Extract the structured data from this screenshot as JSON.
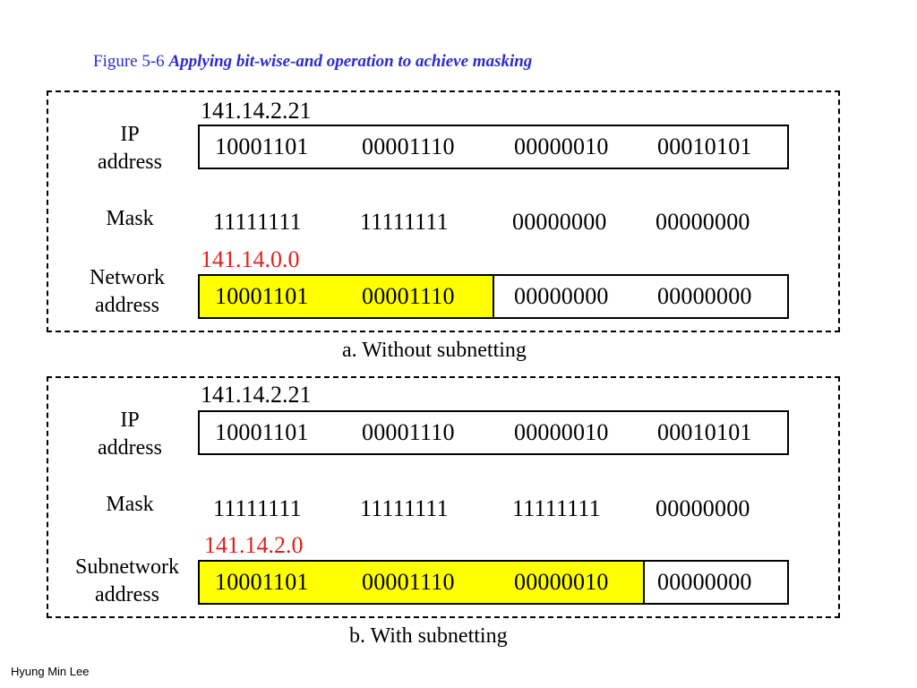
{
  "figure": {
    "lead": "Figure  5-6 ",
    "title": "Applying bit-wise-and operation to achieve masking"
  },
  "panel_a": {
    "ip_label_line1": "IP",
    "ip_label_line2": "address",
    "ip_dotted": "141.14.2.21",
    "ip_octets": [
      "10001101",
      "00001110",
      "00000010",
      "00010101"
    ],
    "mask_label": "Mask",
    "mask_octets": [
      "11111111",
      "11111111",
      "00000000",
      "00000000"
    ],
    "result_label_line1": "Network",
    "result_label_line2": "address",
    "result_dotted": "141.14.0.0",
    "result_octets": [
      "10001101",
      "00001110",
      "00000000",
      "00000000"
    ],
    "caption": "a. Without subnetting"
  },
  "panel_b": {
    "ip_label_line1": "IP",
    "ip_label_line2": "address",
    "ip_dotted": "141.14.2.21",
    "ip_octets": [
      "10001101",
      "00001110",
      "00000010",
      "00010101"
    ],
    "mask_label": "Mask",
    "mask_octets": [
      "11111111",
      "11111111",
      "11111111",
      "00000000"
    ],
    "result_label_line1": "Subnetwork",
    "result_label_line2": "address",
    "result_dotted": "141.14.2.0",
    "result_octets": [
      "10001101",
      "00001110",
      "00000010",
      "00000000"
    ],
    "caption": "b. With subnetting"
  },
  "colors": {
    "title": "#2c2ccf",
    "highlight": "#ffff00",
    "result_ip": "#e0211d"
  },
  "credit": "Hyung Min Lee"
}
